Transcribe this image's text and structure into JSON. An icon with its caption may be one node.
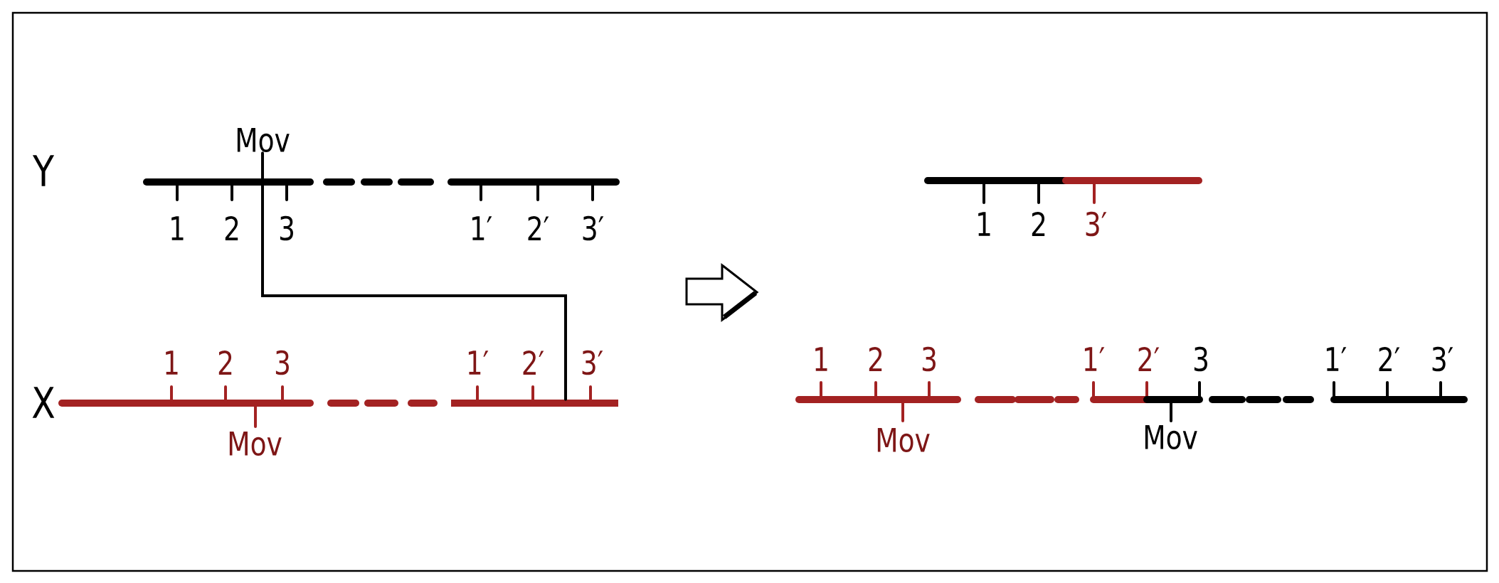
{
  "diagram": {
    "nodes": [
      {
        "text": [
          "Mov"
        ]
      },
      {
        "text": [],
        "shape": "bar"
      }
    ],
    "edges": [
      {
        "from": 0,
        "to": 1,
        "arrow": "none"
      }
    ],
    "labels": [
      "Y",
      "1",
      "2",
      "3",
      "1′",
      "2′",
      "3′",
      "1",
      "2",
      "3′",
      "1",
      "2",
      "3",
      "1′",
      "2′",
      "3′",
      "1",
      "2",
      "3",
      "1′",
      "2′",
      "3",
      "1′",
      "2′",
      "3′",
      "X",
      "Mov",
      "Mov",
      "Mov"
    ]
  }
}
